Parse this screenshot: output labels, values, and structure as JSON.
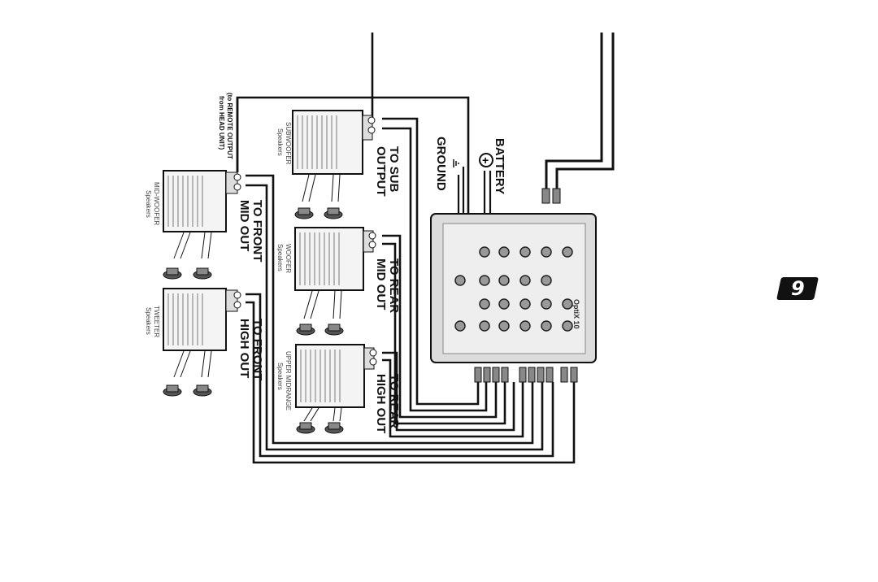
{
  "labels": {
    "to_sub": "TO SUB",
    "output": "OUTPUT",
    "to_rear_mid": "TO REAR",
    "mid_out": "MID OUT",
    "to_rear_high": "TO REAR",
    "high_out": "HIGH OUT",
    "to_front_mid": "TO FRONT",
    "front_mid_out": "MID OUT",
    "to_front_high": "TO FRONT",
    "front_high_out": "HIGH OUT",
    "ground": "GROUND",
    "battery": "BATTERY",
    "remote_line1": "(to REMOTE OUTPUT",
    "remote_line2": "from HEAD UNIT)"
  },
  "amplifiers": {
    "subwoofer": {
      "name": "SUBWOOFER",
      "sub": "Speakers"
    },
    "woofer": {
      "name": "WOOFER",
      "sub": "Speakers"
    },
    "upper_midrange": {
      "name": "UPPER MIDRANGE",
      "sub": "Speakers"
    },
    "mid_woofer": {
      "name": "MID-WOOFER",
      "sub": "Speakers"
    },
    "tweeter": {
      "name": "TWEETER",
      "sub": "Speakers"
    }
  },
  "crossover": {
    "model": "OptiX 10"
  },
  "page_number": "9",
  "colors": {
    "ink": "#111111",
    "amp_body": "#f4f4f4",
    "panel": "#dcdcdc"
  }
}
